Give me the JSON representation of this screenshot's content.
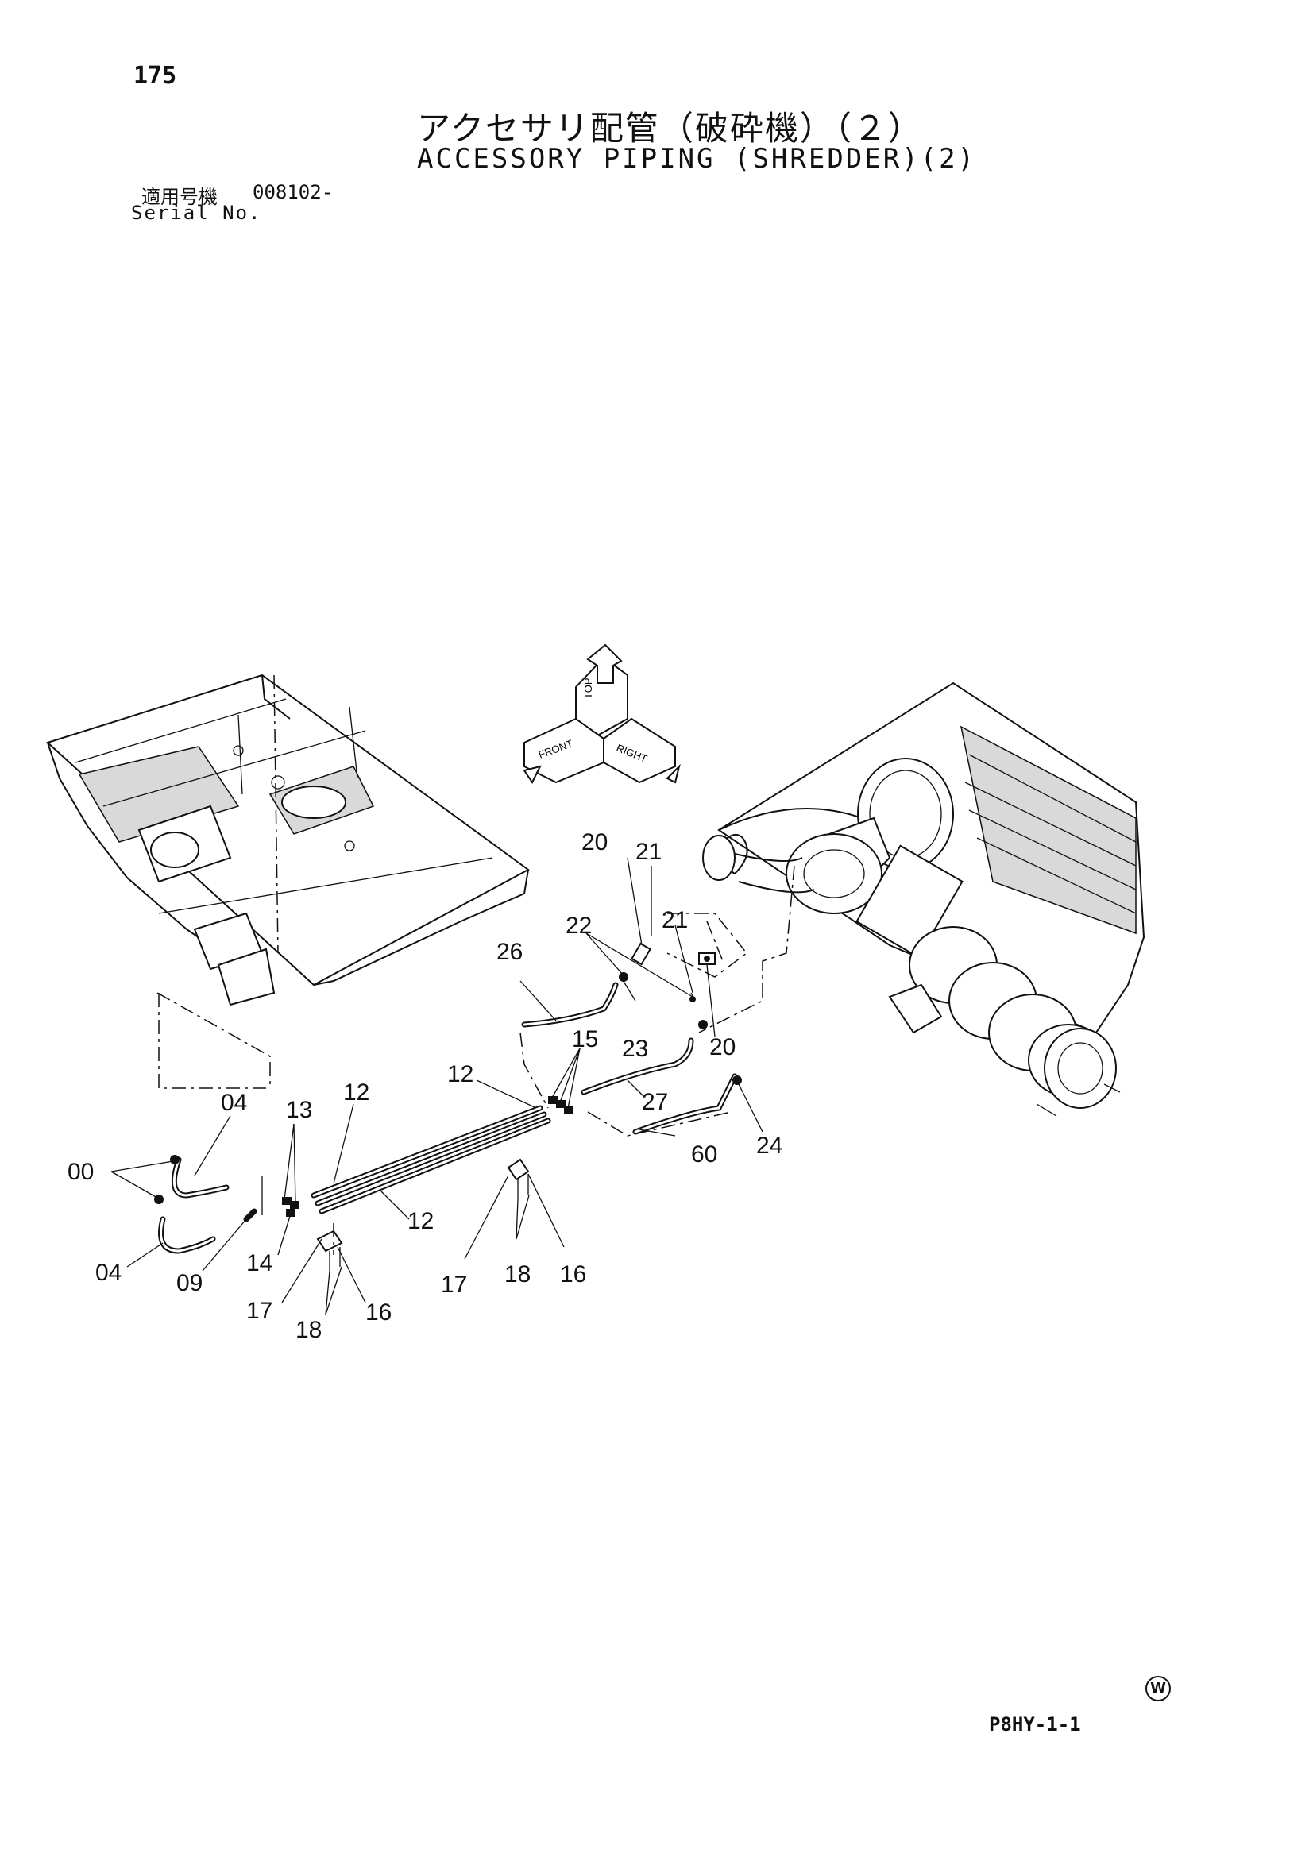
{
  "page_number": "175",
  "title_jp": "アクセサリ配管（破砕機）（２）",
  "title_en": "ACCESSORY PIPING (SHREDDER)(2)",
  "serial": {
    "label_jp": "適用号機",
    "value": "008102-",
    "label_en": "Serial No."
  },
  "orientation_labels": {
    "top": "TOP",
    "front": "FRONT",
    "right": "RIGHT"
  },
  "callouts": {
    "c00": "00",
    "c04a": "04",
    "c04b": "04",
    "c09": "09",
    "c12a": "12",
    "c12b": "12",
    "c12c": "12",
    "c13": "13",
    "c14": "14",
    "c15": "15",
    "c16a": "16",
    "c16b": "16",
    "c17a": "17",
    "c17b": "17",
    "c18a": "18",
    "c18b": "18",
    "c20a": "20",
    "c20b": "20",
    "c21a": "21",
    "c21b": "21",
    "c22": "22",
    "c23": "23",
    "c24": "24",
    "c26": "26",
    "c27": "27",
    "c60": "60"
  },
  "footer_code": "P8HY-1-1",
  "corner_mark": "W"
}
